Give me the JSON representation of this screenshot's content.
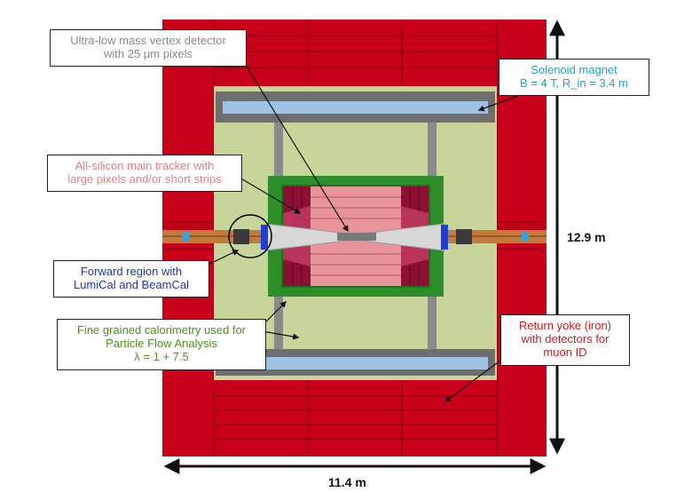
{
  "labels": {
    "vertex": {
      "line1": "Ultra-low mass vertex detector",
      "line2": "with 25 μm pixels",
      "color": "#8a8a8a"
    },
    "solenoid": {
      "line1": "Solenoid magnet",
      "line2": "B = 4 T, R_in = 3.4 m",
      "color": "#1aa7cf"
    },
    "tracker": {
      "line1": "All-silicon main tracker with",
      "line2": "large pixels and/or short strips",
      "color": "#e98080"
    },
    "forward": {
      "line1": "Forward region with",
      "line2": "LumiCal and BeamCal",
      "color": "#1f35b8"
    },
    "calorimetry": {
      "line1": "Fine grained calorimetry used for",
      "line2": "Particle Flow Analysis",
      "line3": "λ = 1 + 7.5",
      "color": "#4f8f1f"
    },
    "yoke": {
      "line1": "Return yoke (iron)",
      "line2": "with detectors for",
      "line3": "muon ID",
      "color": "#d41a1a"
    }
  },
  "dimensions": {
    "height": "12.9 m",
    "width": "11.4 m"
  },
  "colors": {
    "yoke": "#c8001a",
    "yoke_line": "#7a0010",
    "calorimeter_region": "#c8d59a",
    "solenoid_frame": "#6e6e6e",
    "solenoid_coil": "#9cc3e6",
    "hcal": "#2e8f2a",
    "ecal": "#8c1034",
    "tracker": "#e8949a",
    "beampipe": "#c47a3a"
  }
}
